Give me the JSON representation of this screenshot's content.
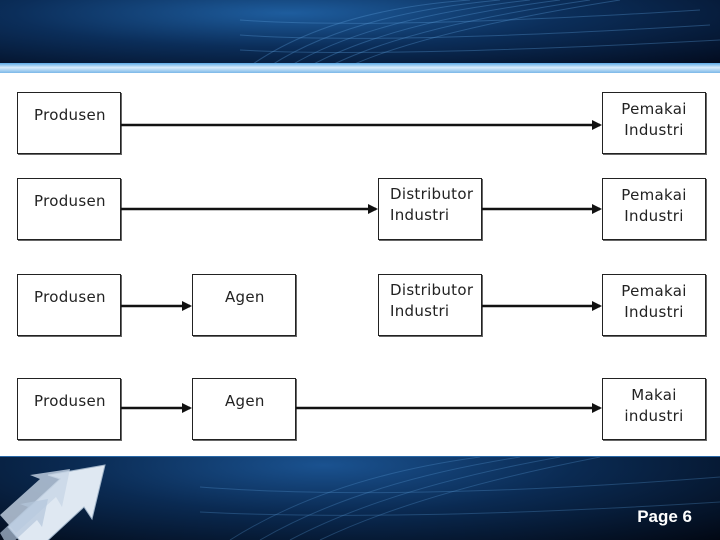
{
  "diagram": {
    "rows": [
      {
        "producer": "Produsen",
        "end": [
          "Pemakai",
          "Industri"
        ]
      },
      {
        "producer": "Produsen",
        "distributor": [
          "Distributor",
          "Industri"
        ],
        "end": [
          "Pemakai",
          "Industri"
        ]
      },
      {
        "producer": "Produsen",
        "agent": "Agen",
        "distributor": [
          "Distributor",
          "Industri"
        ],
        "end": [
          "Pemakai",
          "Industri"
        ]
      },
      {
        "producer": "Produsen",
        "agent": "Agen",
        "end": [
          "Makai",
          "industri"
        ]
      }
    ]
  },
  "footer": {
    "page_label": "Page 6"
  }
}
